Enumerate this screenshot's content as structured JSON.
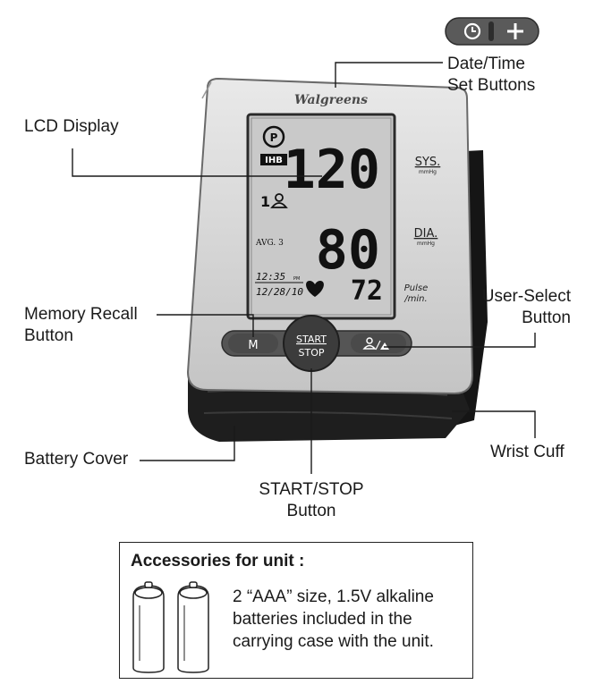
{
  "device": {
    "brand": "Walgreens",
    "lcd": {
      "systolic": "120",
      "diastolic": "80",
      "pulse": "72",
      "time": "12:35",
      "pm": "PM",
      "date": "12/28/10",
      "avg": "AVG. 3",
      "user": "1",
      "ihb": "IHB",
      "sys_label": "SYS.",
      "dia_label": "DIA.",
      "mmhg": "mmHg",
      "pulse_label_1": "Pulse",
      "pulse_label_2": "/min."
    },
    "buttons": {
      "memory": "M",
      "start": "START",
      "stop": "STOP"
    }
  },
  "callouts": {
    "date_time_1": "Date/Time",
    "date_time_2": "Set Buttons",
    "lcd_display": "LCD Display",
    "memory_1": "Memory Recall",
    "memory_2": "Button",
    "user_select_1": "User-Select",
    "user_select_2": "Button",
    "battery_cover": "Battery Cover",
    "wrist_cuff": "Wrist Cuff",
    "start_stop_1": "START/STOP",
    "start_stop_2": "Button"
  },
  "accessories": {
    "title": "Accessories for unit :",
    "text": "2 “AAA” size, 1.5V alkaline batteries included in the carrying case with the unit."
  }
}
